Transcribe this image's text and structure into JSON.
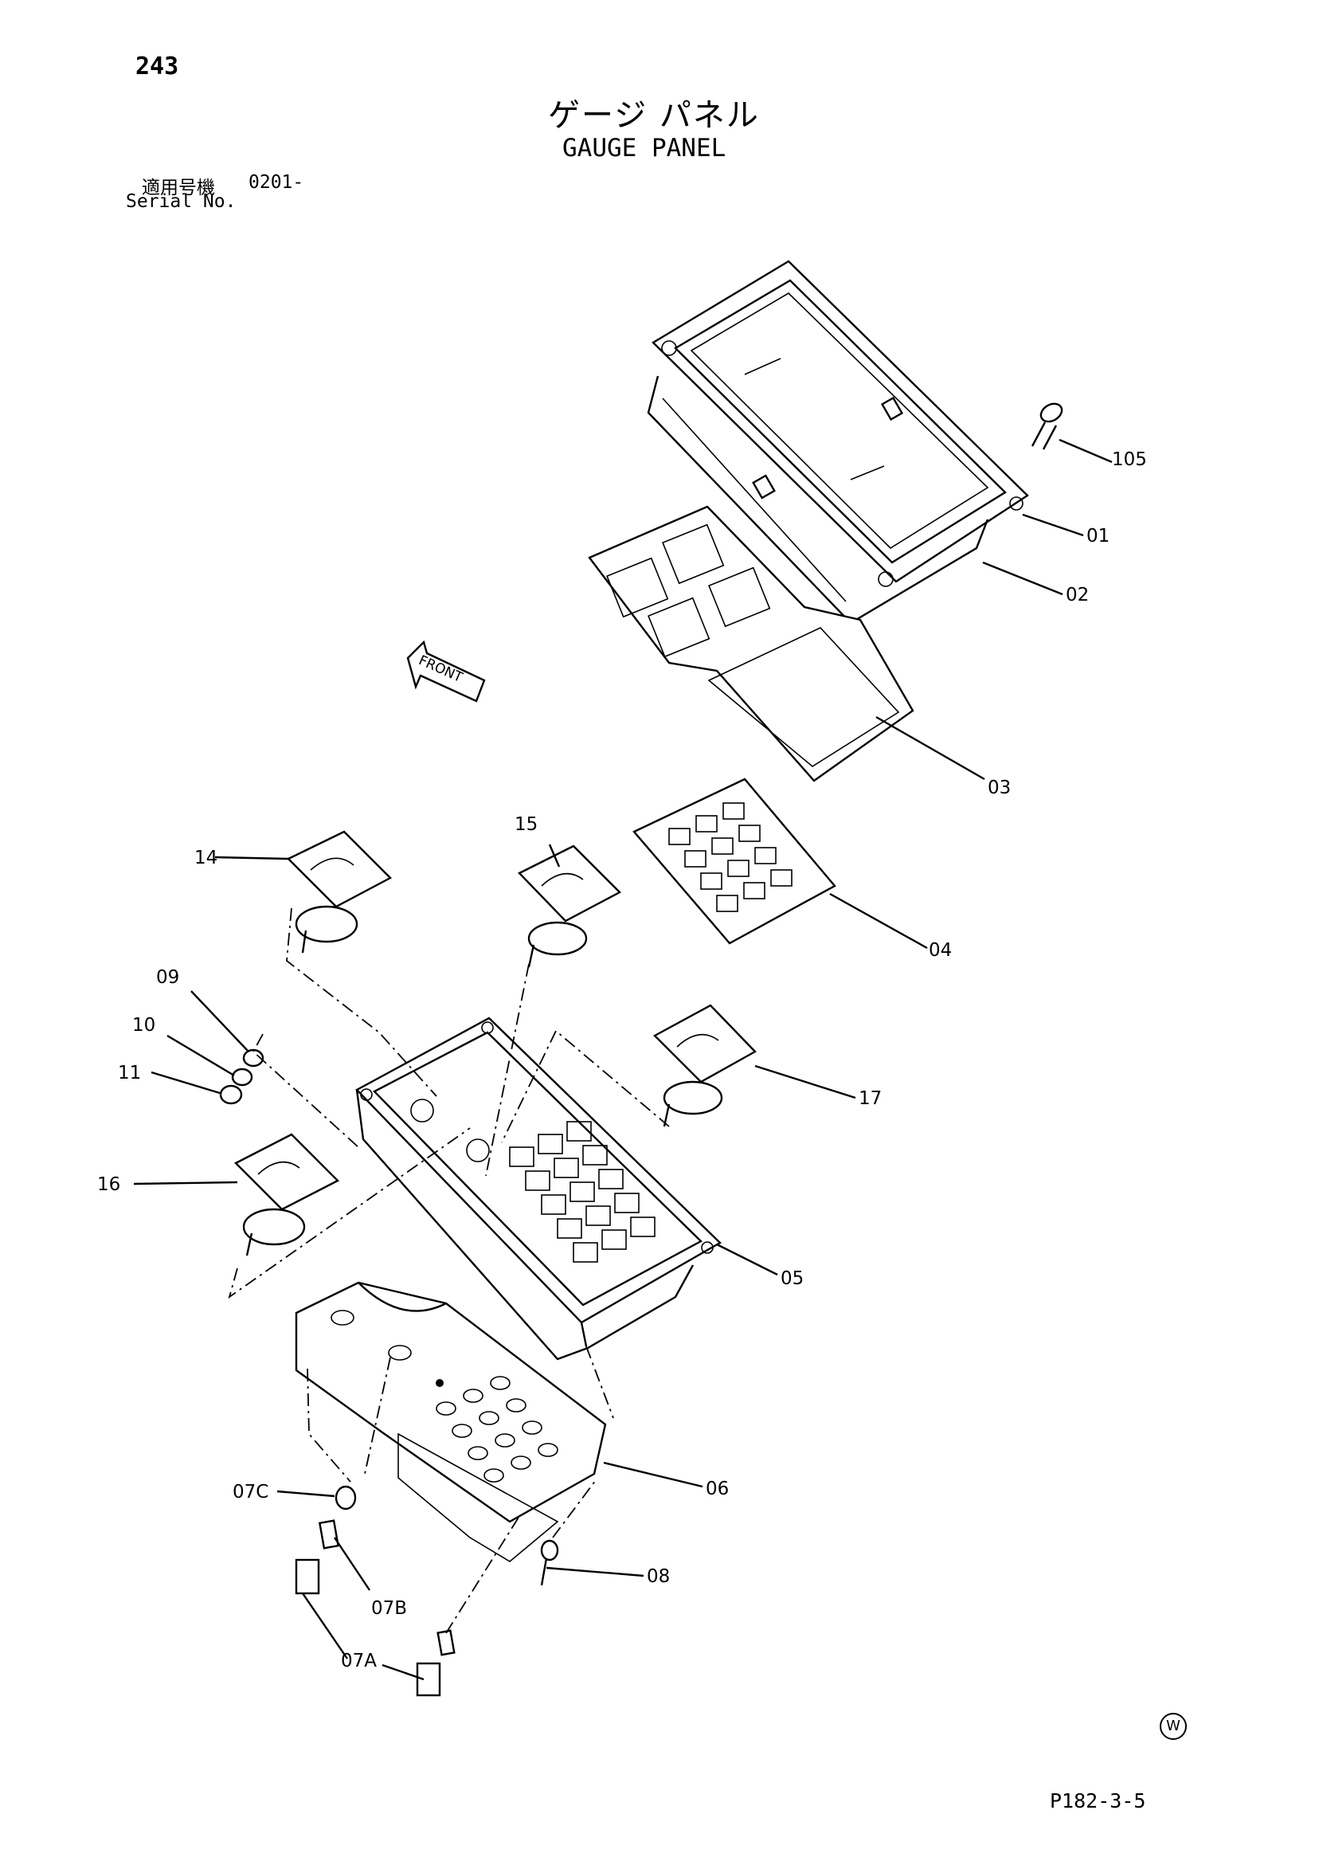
{
  "header": {
    "page_number": "243",
    "title_jp": "ゲージ パネル",
    "title_en": "GAUGE PANEL",
    "serial_label_jp": "適用号機",
    "serial_value": "0201-",
    "serial_label_en": "Serial No."
  },
  "front_arrow": "FRONT",
  "callouts": [
    {
      "id": "105",
      "label": "105"
    },
    {
      "id": "01",
      "label": "01"
    },
    {
      "id": "02",
      "label": "02"
    },
    {
      "id": "03",
      "label": "03"
    },
    {
      "id": "04",
      "label": "04"
    },
    {
      "id": "05",
      "label": "05"
    },
    {
      "id": "06",
      "label": "06"
    },
    {
      "id": "07A",
      "label": "07A"
    },
    {
      "id": "07B",
      "label": "07B"
    },
    {
      "id": "07C",
      "label": "07C"
    },
    {
      "id": "08",
      "label": "08"
    },
    {
      "id": "09",
      "label": "09"
    },
    {
      "id": "10",
      "label": "10"
    },
    {
      "id": "11",
      "label": "11"
    },
    {
      "id": "14",
      "label": "14"
    },
    {
      "id": "15",
      "label": "15"
    },
    {
      "id": "16",
      "label": "16"
    },
    {
      "id": "17",
      "label": "17"
    }
  ],
  "footer": {
    "drawing_code": "P182-3-5",
    "watermark_symbol": "W"
  }
}
